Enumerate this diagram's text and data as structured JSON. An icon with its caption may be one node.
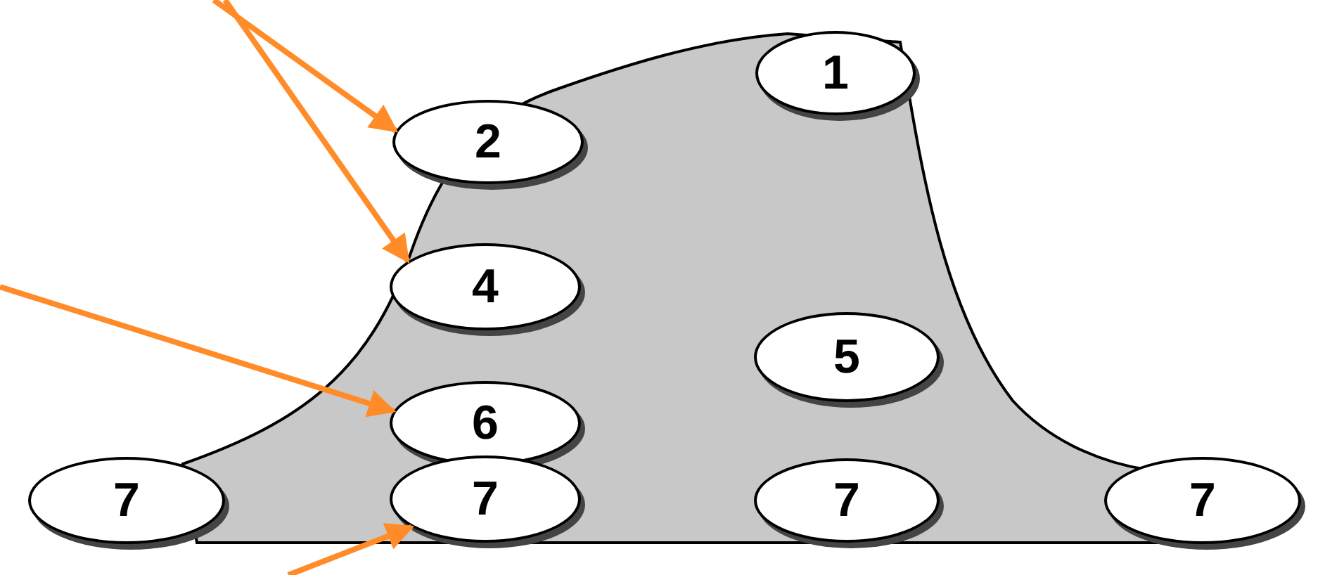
{
  "diagram": {
    "nodes": [
      {
        "text": [
          "1"
        ]
      },
      {
        "text": [
          "2"
        ]
      },
      {
        "text": [
          "4"
        ]
      },
      {
        "text": [
          "5"
        ]
      },
      {
        "text": [
          "6"
        ]
      },
      {
        "text": [
          "7"
        ]
      },
      {
        "text": [
          "7"
        ]
      },
      {
        "text": [
          "7"
        ]
      },
      {
        "text": [
          "7"
        ]
      }
    ],
    "edges": [
      {
        "from": null,
        "to": 1,
        "arrow": "to"
      },
      {
        "from": null,
        "to": 2,
        "arrow": "to"
      },
      {
        "from": null,
        "to": 4,
        "arrow": "to"
      },
      {
        "from": null,
        "to": 6,
        "arrow": "to"
      }
    ]
  }
}
